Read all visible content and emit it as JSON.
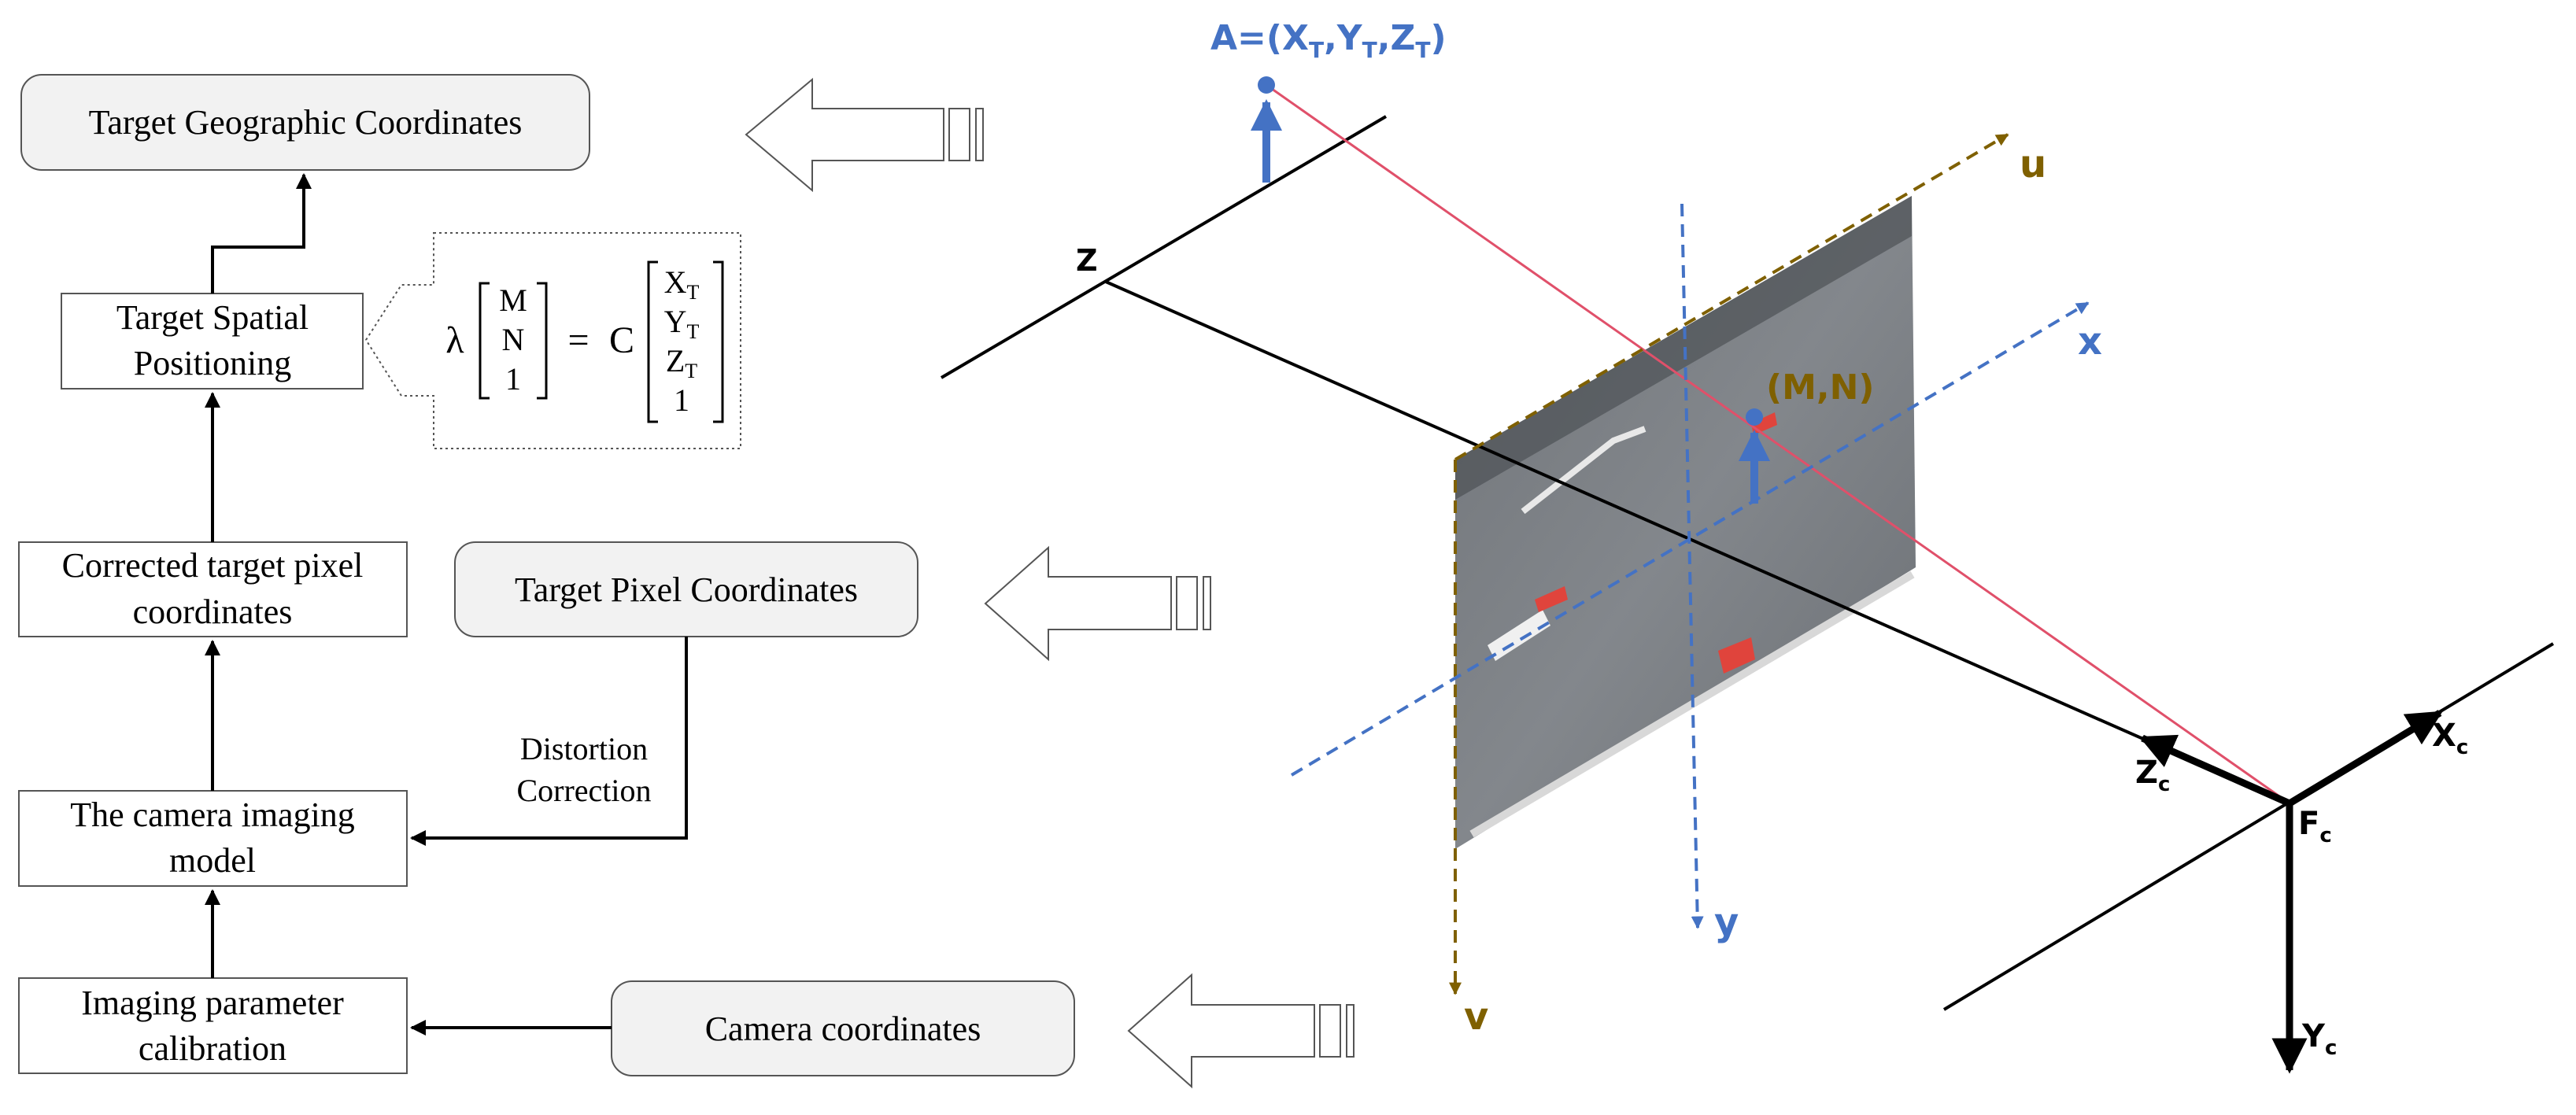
{
  "flowchart": {
    "geographic_box": "Target Geographic Coordinates",
    "spatial_box_line1": "Target Spatial",
    "spatial_box_line2": "Positioning",
    "corrected_box_line1": "Corrected target pixel",
    "corrected_box_line2": "coordinates",
    "pixel_box": "Target Pixel Coordinates",
    "distortion_line1": "Distortion",
    "distortion_line2": "Correction",
    "imaging_model_line1": "The camera imaging",
    "imaging_model_line2": "model",
    "calibration_line1": "Imaging parameter",
    "calibration_line2": "calibration",
    "camera_box": "Camera coordinates"
  },
  "equation": {
    "lambda": "λ",
    "lhs": [
      "M",
      "N",
      "1"
    ],
    "equals": "=",
    "c": "C",
    "rhs": [
      {
        "base": "X",
        "sub": "T"
      },
      {
        "base": "Y",
        "sub": "T"
      },
      {
        "base": "Z",
        "sub": "T"
      },
      {
        "base": "1",
        "sub": ""
      }
    ]
  },
  "geometry_labels": {
    "point_a_prefix": "A=(X",
    "point_a_sub1": "T",
    "point_a_sep1": ",Y",
    "point_a_sub2": "T",
    "point_a_sep2": ",Z",
    "point_a_sub3": "T",
    "point_a_suffix": ")",
    "z_label": "Z",
    "mn_label": "(M,N)",
    "u_axis": "u",
    "v_axis": "v",
    "x_axis": "x",
    "y_axis": "y",
    "zc_base": "Z",
    "zc_sub": "c",
    "xc_base": "X",
    "xc_sub": "c",
    "yc_base": "Y",
    "yc_sub": "c",
    "fc_base": "F",
    "fc_sub": "c"
  },
  "colors": {
    "blue": "#4472C4",
    "olive": "#7F6000",
    "ray": "#E0506A",
    "box_fill": "#F2F2F2"
  }
}
